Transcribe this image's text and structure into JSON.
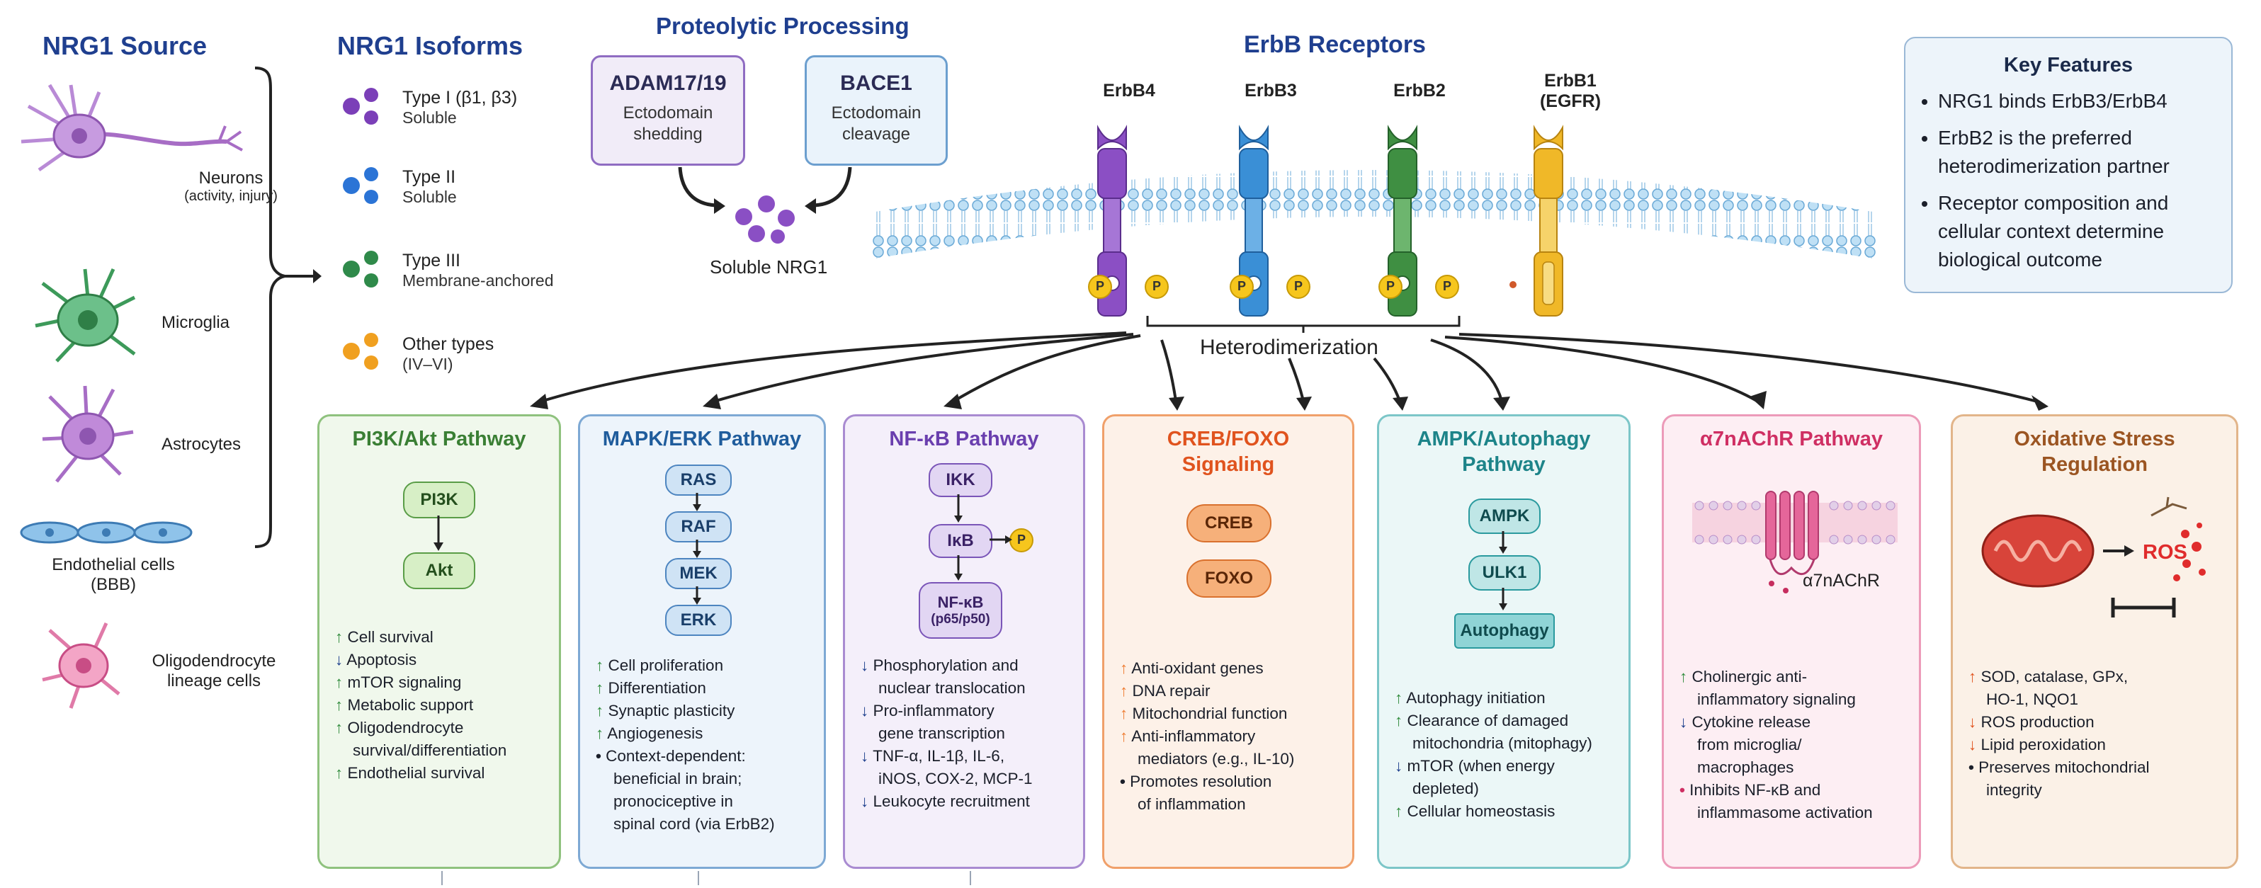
{
  "colors": {
    "heading": "#1f3f8f",
    "pi3k": "#4f9a44",
    "mapk": "#2f6fb0",
    "nfkb": "#7a55b8",
    "creb": "#ee7a2e",
    "ampk": "#2aa3a8",
    "a7": "#d8467a",
    "ox": "#a26a2f",
    "erbb4": "#8b4fc4",
    "erbb3": "#3a8fd6",
    "erbb2": "#3f8f42",
    "erbb1": "#f0b828"
  },
  "source": {
    "title": "NRG1 Source",
    "items": [
      {
        "label": "Neurons",
        "sub": "(activity, injury)",
        "icon": "neuron-icon"
      },
      {
        "label": "Microglia",
        "sub": "",
        "icon": "microglia-icon"
      },
      {
        "label": "Astrocytes",
        "sub": "",
        "icon": "astrocyte-icon"
      },
      {
        "label": "Endothelial cells",
        "sub": "(BBB)",
        "icon": "endothelial-icon"
      },
      {
        "label": "Oligodendrocyte",
        "sub": "lineage cells",
        "icon": "oligodendrocyte-icon"
      }
    ]
  },
  "isoforms": {
    "title": "NRG1 Isoforms",
    "items": [
      {
        "type": "Type I (β1, β3)",
        "desc": "Soluble",
        "color": "#7b3fb8"
      },
      {
        "type": "Type II",
        "desc": "Soluble",
        "color": "#2b74d6"
      },
      {
        "type": "Type III",
        "desc": "Membrane-anchored",
        "color": "#2f8a4a"
      },
      {
        "type": "Other types",
        "desc": "(IV–VI)",
        "color": "#f0a020"
      }
    ]
  },
  "processing": {
    "title": "Proteolytic Processing",
    "enzymes": [
      {
        "name": "ADAM17/19",
        "desc1": "Ectodomain",
        "desc2": "shedding"
      },
      {
        "name": "BACE1",
        "desc1": "Ectodomain",
        "desc2": "cleavage"
      }
    ],
    "product": "Soluble NRG1"
  },
  "receptors": {
    "title": "ErbB Receptors",
    "items": [
      {
        "name": "ErbB4",
        "sub": ""
      },
      {
        "name": "ErbB3",
        "sub": ""
      },
      {
        "name": "ErbB2",
        "sub": ""
      },
      {
        "name": "ErbB1",
        "sub": "(EGFR)"
      }
    ],
    "phospho": "P",
    "heterodimerization": "Heterodimerization"
  },
  "key_features": {
    "title": "Key Features",
    "items": [
      "NRG1 binds ErbB3/ErbB4",
      "ErbB2 is the preferred heterodimerization partner",
      "Receptor composition and cellular context determine biological outcome"
    ]
  },
  "pathways": [
    {
      "title": "PI3K/Akt Pathway",
      "nodes": [
        "PI3K",
        "Akt"
      ],
      "effects": [
        [
          "↑",
          "Cell survival"
        ],
        [
          "↓",
          "Apoptosis"
        ],
        [
          "↑",
          "mTOR signaling"
        ],
        [
          "↑",
          "Metabolic support"
        ],
        [
          "↑",
          "Oligodendrocyte"
        ],
        [
          "",
          "survival/differentiation"
        ],
        [
          "↑",
          "Endothelial survival"
        ]
      ]
    },
    {
      "title": "MAPK/ERK Pathway",
      "nodes": [
        "RAS",
        "RAF",
        "MEK",
        "ERK"
      ],
      "effects": [
        [
          "↑",
          "Cell proliferation"
        ],
        [
          "↑",
          "Differentiation"
        ],
        [
          "↑",
          "Synaptic plasticity"
        ],
        [
          "↑",
          "Angiogenesis"
        ],
        [
          "•",
          "Context-dependent:"
        ],
        [
          "",
          "beneficial in brain;"
        ],
        [
          "",
          "pronociceptive in"
        ],
        [
          "",
          "spinal cord (via ErbB2)"
        ]
      ]
    },
    {
      "title": "NF-κB Pathway",
      "nodes": [
        "IKK",
        "IκB",
        "NF-κB",
        "(p65/p50)"
      ],
      "effects": [
        [
          "↓",
          "Phosphorylation and"
        ],
        [
          "",
          "nuclear translocation"
        ],
        [
          "↓",
          "Pro-inflammatory"
        ],
        [
          "",
          "gene transcription"
        ],
        [
          "↓",
          "TNF-α, IL-1β, IL-6,"
        ],
        [
          "",
          "iNOS, COX-2, MCP-1"
        ],
        [
          "↓",
          "Leukocyte recruitment"
        ]
      ]
    },
    {
      "title_line1": "CREB/FOXO",
      "title_line2": "Signaling",
      "nodes": [
        "CREB",
        "FOXO"
      ],
      "effects": [
        [
          "↑",
          "Anti-oxidant genes"
        ],
        [
          "↑",
          "DNA repair"
        ],
        [
          "↑",
          "Mitochondrial function"
        ],
        [
          "↑",
          "Anti-inflammatory"
        ],
        [
          "",
          "mediators (e.g., IL-10)"
        ],
        [
          "•",
          "Promotes resolution"
        ],
        [
          "",
          "of inflammation"
        ]
      ]
    },
    {
      "title_line1": "AMPK/Autophagy",
      "title_line2": "Pathway",
      "nodes": [
        "AMPK",
        "ULK1",
        "Autophagy"
      ],
      "effects": [
        [
          "↑",
          "Autophagy initiation"
        ],
        [
          "↑",
          "Clearance of damaged"
        ],
        [
          "",
          "mitochondria (mitophagy)"
        ],
        [
          "↓",
          "mTOR (when energy"
        ],
        [
          "",
          "depleted)"
        ],
        [
          "↑",
          "Cellular homeostasis"
        ]
      ]
    },
    {
      "title": "α7nAChR Pathway",
      "receptor_label": "α7nAChR",
      "effects": [
        [
          "↑",
          "Cholinergic anti-"
        ],
        [
          "",
          "inflammatory signaling"
        ],
        [
          "↓",
          "Cytokine release"
        ],
        [
          "",
          "from microglia/"
        ],
        [
          "",
          "macrophages"
        ],
        [
          "•",
          "Inhibits NF-κB and"
        ],
        [
          "",
          "inflammasome activation"
        ]
      ]
    },
    {
      "title_line1": "Oxidative Stress",
      "title_line2": "Regulation",
      "ros": "ROS",
      "effects": [
        [
          "↑",
          "SOD, catalase, GPx,"
        ],
        [
          "",
          "HO-1, NQO1"
        ],
        [
          "↓",
          "ROS production"
        ],
        [
          "↓",
          "Lipid peroxidation"
        ],
        [
          "•",
          "Preserves mitochondrial"
        ],
        [
          "",
          "integrity"
        ]
      ]
    }
  ]
}
